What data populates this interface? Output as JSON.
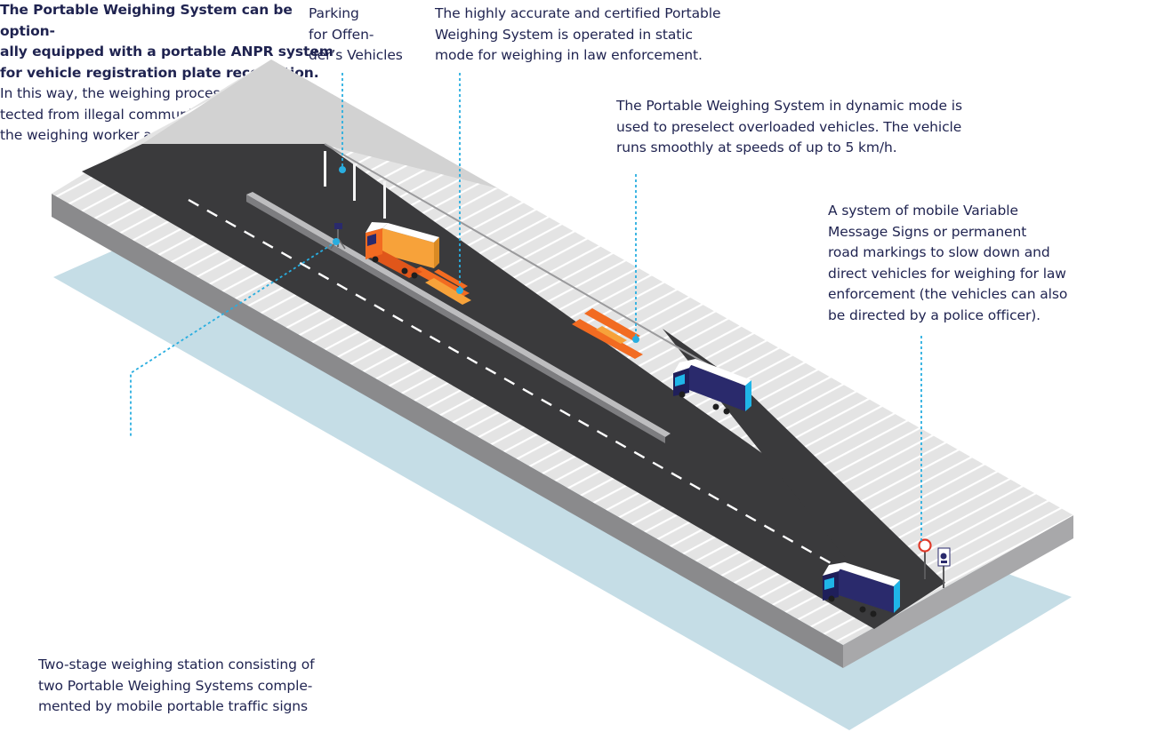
{
  "annotations": {
    "parking": "Parking\nfor Offen-\nder’s Vehicles",
    "static_mode": "The highly accurate and certified Portable\nWeighing System is operated in static\nmode for weighing in law enforcement.",
    "dynamic_mode": "The Portable Weighing System in dynamic mode is\nused to preselect overloaded vehicles. The vehicle\nruns smoothly at speeds of up to 5 km/h.",
    "vms": "A system of mobile Variable\nMessage Signs or permanent\nroad markings to slow down and\ndirect vehicles for weighing for law\nenforcement (the vehicles can also\nbe directed by a police officer).",
    "anpr_bold": "The Portable Weighing System can be option-\nally equipped with a portable ANPR system\nfor vehicle registration plate recognition.",
    "anpr_regular": "In this way, the weighing process can be pro-\ntected from illegal communication between\nthe weighing worker and the driver.",
    "station": "Two-stage weighing station consisting of\ntwo Portable Weighing Systems comple-\nmented by mobile portable traffic signs"
  },
  "colors": {
    "text": "#1f2350",
    "road": "#3a3a3c",
    "platform": "#e2e2e2",
    "shadow": "#c4dde6",
    "leader": "#29aee0",
    "orange": "#f26b21",
    "navy": "#2a2a6c",
    "cyan": "#1fb5e8"
  }
}
